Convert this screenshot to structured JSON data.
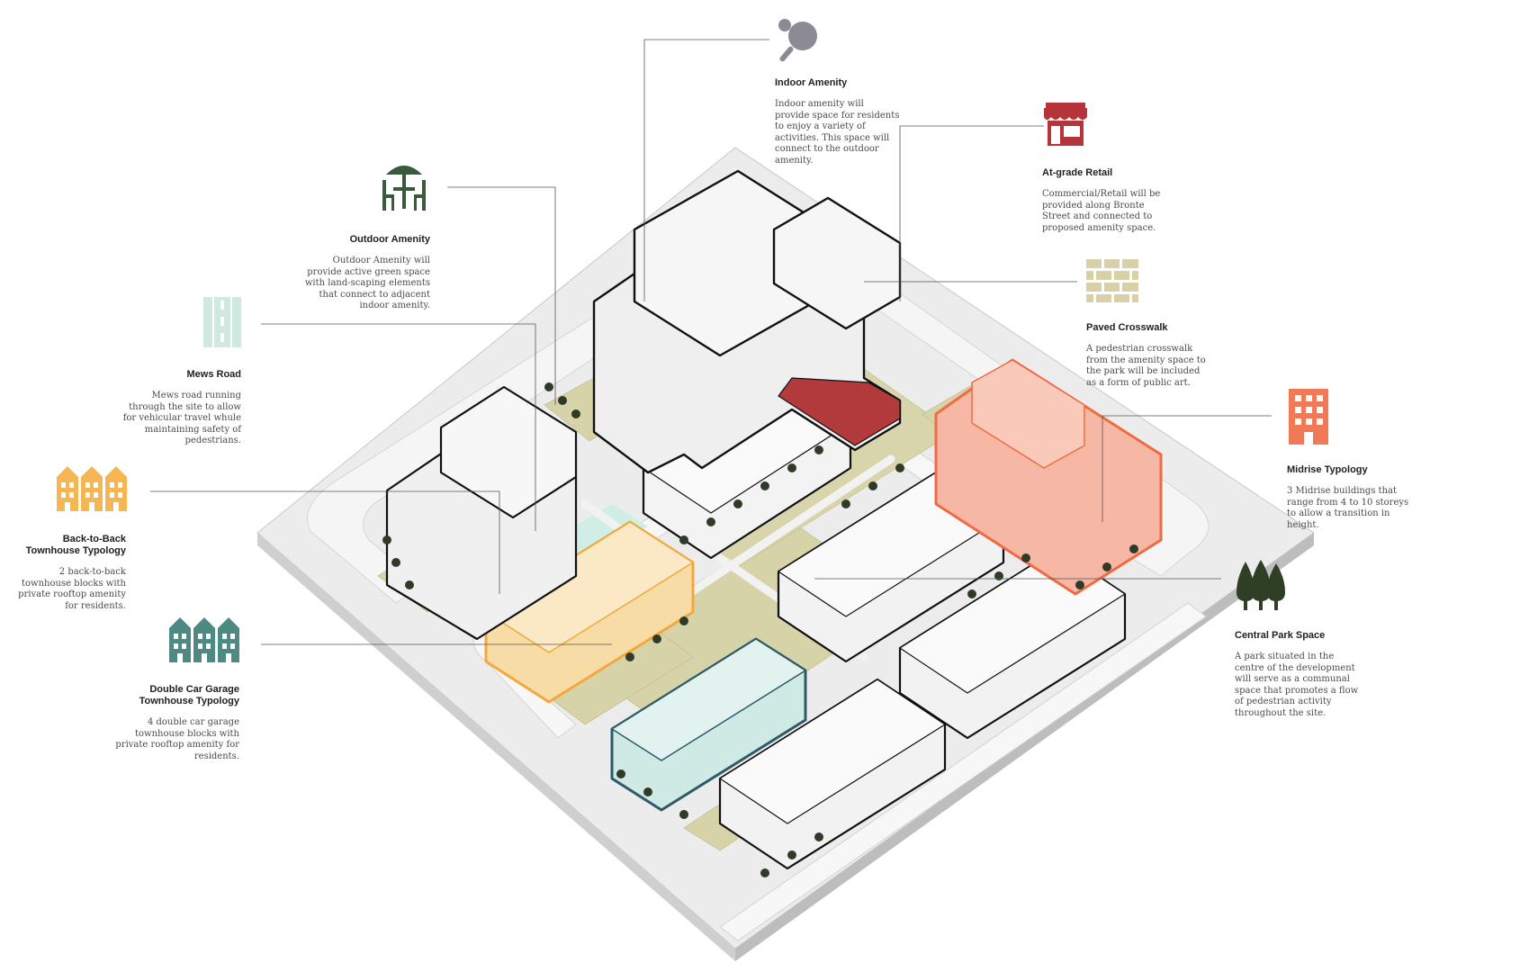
{
  "callouts": {
    "indoor": {
      "title": "Indoor Amenity",
      "text": "Indoor amenity will provide space for residents to enjoy a variety of activities. This space will connect to the outdoor amenity.",
      "icon": "ping-pong-paddle-icon",
      "color": "#8c8a94"
    },
    "retail": {
      "title": "At-grade Retail",
      "text": "Commercial/Retail will be provided along Bronte Street and connected to proposed amenity space.",
      "icon": "storefront-icon",
      "color": "#b4343a"
    },
    "outdoor": {
      "title": "Outdoor Amenity",
      "text": "Outdoor Amenity will provide active green space with land-scaping elements that connect to adjacent indoor amenity.",
      "icon": "patio-table-umbrella-icon",
      "color": "#3a5a3c"
    },
    "crosswalk": {
      "title": "Paved Crosswalk",
      "text": "A pedestrian crosswalk from the amenity space to the park will be included as a form of public art.",
      "icon": "paver-bricks-icon",
      "color": "#d8d0a6"
    },
    "mews": {
      "title": "Mews Road",
      "text": "Mews road running through the site to allow for vehicular travel whule maintaining safety of pedestrians.",
      "icon": "road-icon",
      "color": "#cfe8e0"
    },
    "midrise": {
      "title": "Midrise Typology",
      "text": "3 Midrise buildings that range from 4 to 10 storeys to allow a transition in height.",
      "icon": "apartment-building-icon",
      "color": "#f07a55"
    },
    "backtoback": {
      "title": "Back-to-Back Townhouse Typology",
      "text": "2 back-to-back townhouse blocks with private rooftop amenity for residents.",
      "icon": "townhouse-row-icon",
      "color": "#f5b653"
    },
    "park": {
      "title": "Central Park Space",
      "text": "A park situated in the centre of the development will serve as a communal space that promotes a flow of pedestrian activity throughout the site.",
      "icon": "trees-icon",
      "color": "#2f3f26"
    },
    "garage": {
      "title": "Double Car Garage Townhouse Typology",
      "text": "4 double car garage townhouse blocks with private rooftop amenity for residents.",
      "icon": "townhouse-row-icon",
      "color": "#4f8a82"
    }
  },
  "palette": {
    "ground": "#e8e8e8",
    "road": "#f4f4f4",
    "park": "#d6d3a7",
    "building": "#f3f3f3",
    "outline": "#111111",
    "midrise_fill": "#f6b8a4",
    "midrise_edge": "#ef6b44",
    "back_to_back_fill": "#f8dca6",
    "back_to_back_edge": "#f2a83c",
    "garage_fill": "#cfe9e4",
    "garage_edge": "#2d5a66",
    "retail_band": "#b33a3a",
    "tree": "#2f3a28",
    "mews_water": "#cfeee6"
  }
}
